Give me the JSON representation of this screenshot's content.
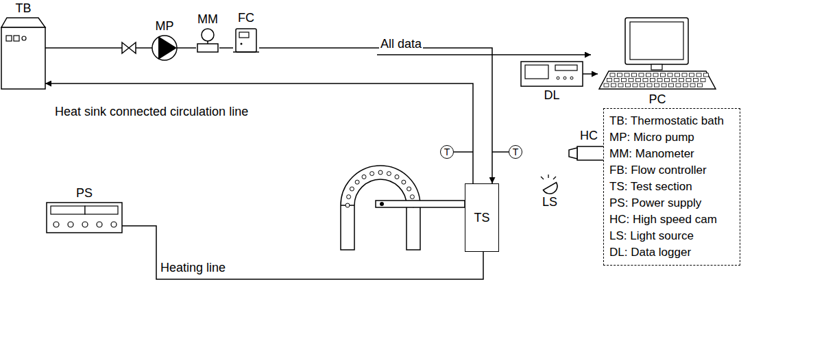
{
  "diagram": {
    "nodes": [
      {
        "text": [
          "TB"
        ]
      },
      {
        "text": [
          "MP"
        ]
      },
      {
        "text": [
          "MM"
        ]
      },
      {
        "text": [
          "FC"
        ]
      },
      {
        "text": [
          "DL"
        ]
      },
      {
        "text": [
          "PC"
        ]
      },
      {
        "text": [
          "TB: Thermostatic bath",
          "MP: Micro pump",
          "MM: Manometer",
          "FB: Flow controller",
          "TS: Test section",
          "PS: Power supply",
          "HC: High speed cam",
          "LS: Light source",
          "DL: Data logger"
        ]
      },
      {
        "text": [
          "T"
        ]
      },
      {
        "text": [
          "T"
        ]
      },
      {
        "text": [
          "TS"
        ]
      },
      {
        "text": [
          "HC"
        ]
      },
      {
        "text": [
          "PS"
        ]
      },
      {
        "text": [
          "LS"
        ]
      }
    ],
    "edges": [
      {
        "from": 0,
        "to": 1,
        "arrow": "none"
      },
      {
        "from": 1,
        "to": 2,
        "arrow": "none"
      },
      {
        "from": 2,
        "to": 3,
        "arrow": "none"
      },
      {
        "from": 3,
        "to": 9,
        "arrow": "to"
      },
      {
        "from": 9,
        "to": 0,
        "arrow": "to"
      },
      {
        "from": 4,
        "to": 5,
        "arrow": "to"
      },
      {
        "from": 11,
        "to": 9,
        "arrow": "none"
      }
    ],
    "labels": [
      "All data",
      "Heat sink connected circulation line",
      "Heating line"
    ]
  }
}
